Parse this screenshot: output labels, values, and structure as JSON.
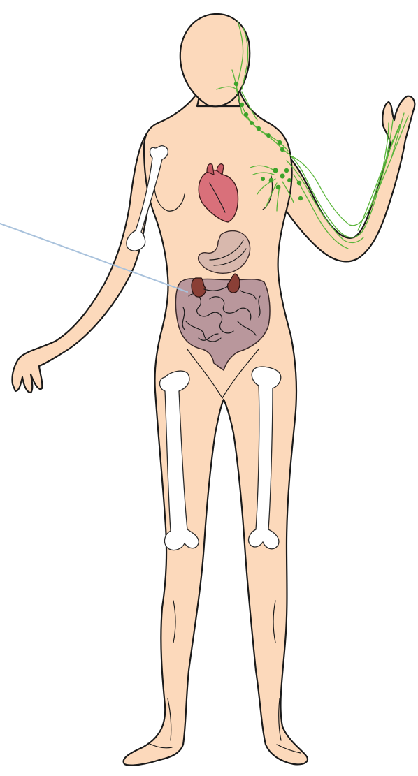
{
  "colors": {
    "background": "#ffffff",
    "skin": "#fcd9bb",
    "bone": "#ffffff",
    "heart": "#d9707a",
    "intestine": "#b9979c",
    "stomach": "#d8b8ad",
    "kidney": "#8a3f36",
    "lymph": "#5ab53a",
    "pointer_line": "#a9c2dc"
  },
  "figure": {
    "subject": "female-human-body",
    "organs_shown": [
      "heart",
      "stomach",
      "kidneys",
      "intestines"
    ],
    "bones_shown": [
      "humerus",
      "femur"
    ],
    "system_highlighted": "lymphatic",
    "labels": []
  }
}
